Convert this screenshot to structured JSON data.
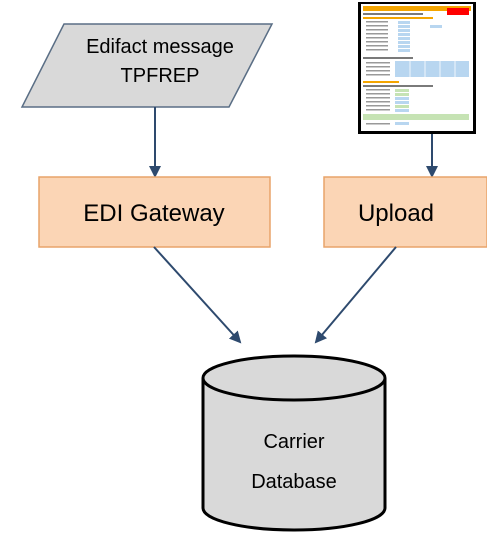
{
  "edifact": {
    "line1": "Edifact message",
    "line2": "TPFREP"
  },
  "edi_gateway": {
    "label": "EDI Gateway"
  },
  "upload": {
    "label": "Upload"
  },
  "database": {
    "line1": "Carrier",
    "line2": "Database"
  },
  "colors": {
    "process_fill": "#fbd5b5",
    "process_stroke": "#e8a46a",
    "data_fill": "#d9d9d9",
    "arrow": "#2e4a6e",
    "spreadsheet_header": "#f4a500",
    "spreadsheet_title": "#ff0000",
    "spreadsheet_cell_blue": "#b8d6f0",
    "spreadsheet_cell_green": "#c6e3b4"
  },
  "icons": {
    "spreadsheet": "spreadsheet-thumbnail-icon",
    "database": "cylinder-database-icon"
  }
}
